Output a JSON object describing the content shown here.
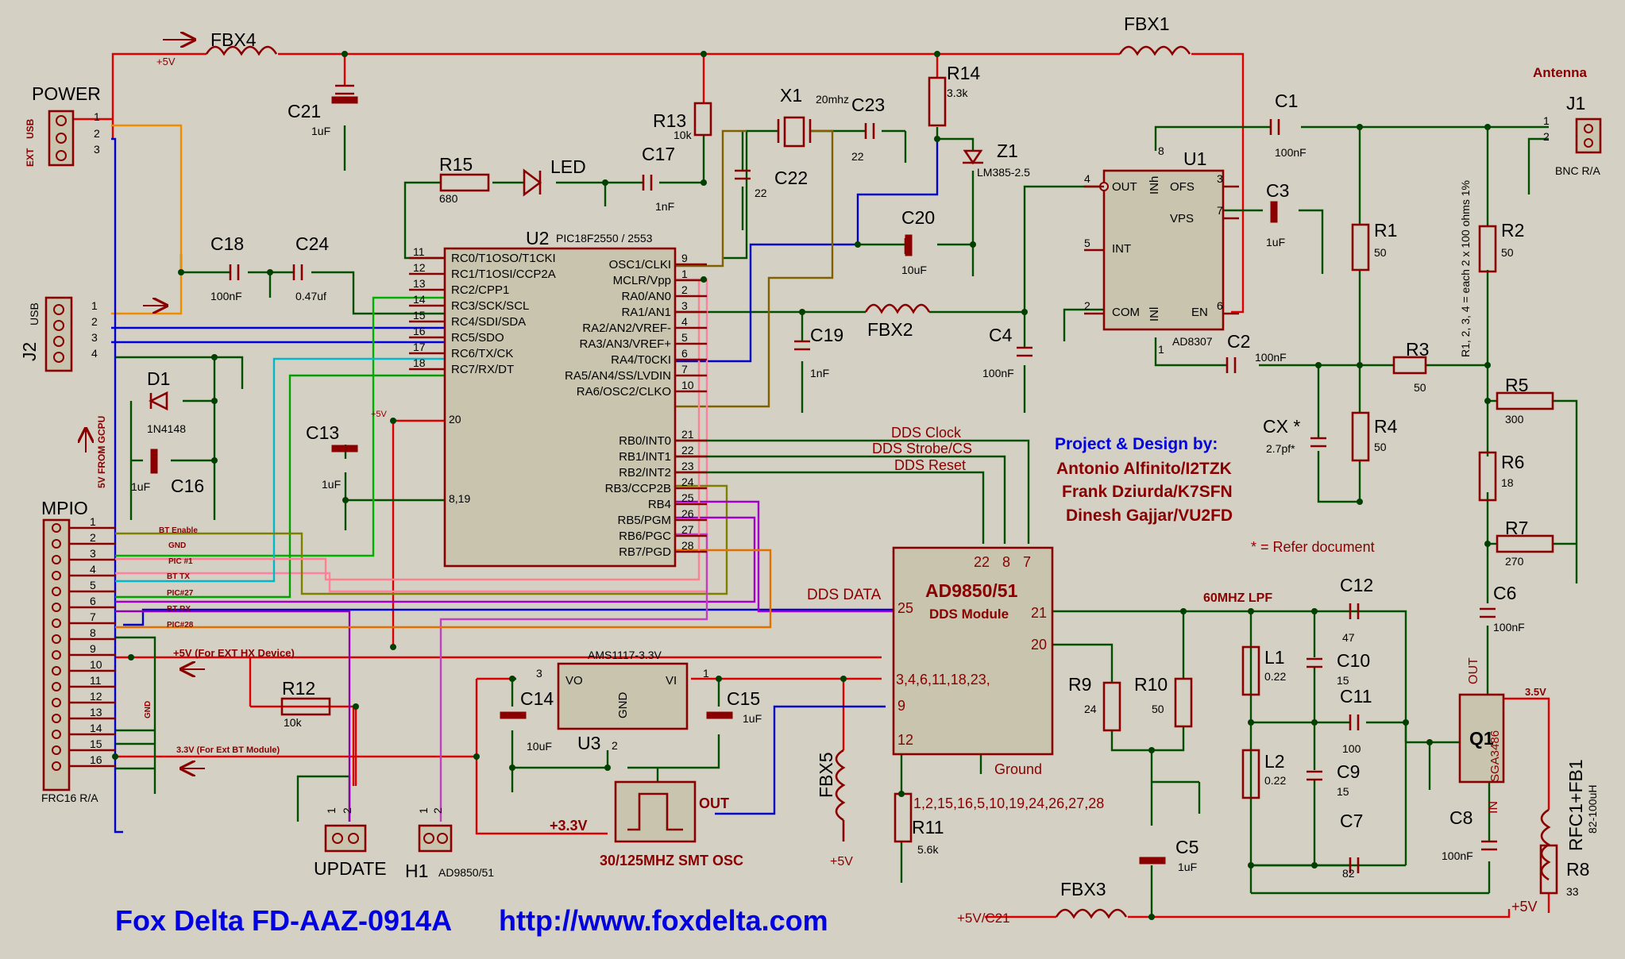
{
  "header": {
    "title": "Fox Delta FD-AAZ-0914A",
    "url": "http://www.foxdelta.com"
  },
  "credits": {
    "heading": "Project & Design by:",
    "authors": [
      "Antonio Alfinito/I2TZK",
      "Frank Dziurda/K7SFN",
      "Dinesh Gajjar/VU2FD"
    ],
    "note": "* = Refer document"
  },
  "colors": {
    "background": "#d4d0c4",
    "wire_power": "#dd0000",
    "wire_signal": "#005000",
    "component": "#8a0000",
    "credits_heading": "#0000e0"
  },
  "chips": {
    "u2": {
      "ref": "U2",
      "part": "PIC18F2550 / 2553",
      "left_pins": [
        {
          "num": "11",
          "name": "RC0/T1OSO/T1CKI"
        },
        {
          "num": "12",
          "name": "RC1/T1OSI/CCP2A"
        },
        {
          "num": "13",
          "name": "RC2/CPP1"
        },
        {
          "num": "14",
          "name": "RC3/SCK/SCL"
        },
        {
          "num": "15",
          "name": "RC4/SDI/SDA"
        },
        {
          "num": "16",
          "name": "RC5/SDO"
        },
        {
          "num": "17",
          "name": "RC6/TX/CK"
        },
        {
          "num": "18",
          "name": "RC7/RX/DT"
        }
      ],
      "right_pins": [
        {
          "num": "9",
          "name": "OSC1/CLKI"
        },
        {
          "num": "1",
          "name": "MCLR/Vpp"
        },
        {
          "num": "2",
          "name": "RA0/AN0"
        },
        {
          "num": "3",
          "name": "RA1/AN1"
        },
        {
          "num": "4",
          "name": "RA2/AN2/VREF-"
        },
        {
          "num": "5",
          "name": "RA3/AN3/VREF+"
        },
        {
          "num": "6",
          "name": "RA4/T0CKI"
        },
        {
          "num": "7",
          "name": "RA5/AN4/SS/LVDIN"
        },
        {
          "num": "10",
          "name": "RA6/OSC2/CLKO"
        },
        {
          "num": "21",
          "name": "RB0/INT0"
        },
        {
          "num": "22",
          "name": "RB1/INT1"
        },
        {
          "num": "23",
          "name": "RB2/INT2"
        },
        {
          "num": "24",
          "name": "RB3/CCP2B"
        },
        {
          "num": "25",
          "name": "RB4"
        },
        {
          "num": "26",
          "name": "RB5/PGM"
        },
        {
          "num": "27",
          "name": "RB6/PGC"
        },
        {
          "num": "28",
          "name": "RB7/PGD"
        }
      ],
      "pin20": "20",
      "pin8_19": "8,19",
      "vcc": "+5V"
    },
    "u1": {
      "ref": "U1",
      "part": "AD8307",
      "pins": {
        "out": "OUT",
        "inh": "INh",
        "ofs": "OFS",
        "vps": "VPS",
        "int": "INT",
        "com": "COM",
        "inl": "INl",
        "en": "EN"
      },
      "nums": [
        "4",
        "8",
        "3",
        "7",
        "5",
        "2",
        "1",
        "6"
      ]
    },
    "dds": {
      "name": "AD9850/51",
      "sub": "DDS Module",
      "top_pins": [
        "22",
        "8",
        "7"
      ],
      "pin25": "25",
      "pin21": "21",
      "pin20": "20",
      "pin3": "3,4,6,11,18,23,",
      "pin9": "9",
      "pin12": "12",
      "gnd_pins": "1,2,15,16,5,10,19,24,26,27,28",
      "ground": "Ground",
      "data": "DDS DATA",
      "clock": "DDS Clock",
      "strobe": "DDS Strobe/CS",
      "reset": "DDS Reset"
    },
    "u3": {
      "ref": "U3",
      "part": "AMS1117-3.3V",
      "vo": "VO",
      "vi": "VI",
      "gnd": "GND",
      "pin3": "3",
      "pin1": "1",
      "pin2": "2"
    },
    "osc": {
      "label": "30/125MHZ SMT OSC",
      "out": "OUT",
      "supply": "+3.3V"
    },
    "q1": {
      "ref": "Q1",
      "part": "SGA3486",
      "out": "OUT",
      "in": "IN",
      "supply": "3.5V"
    }
  },
  "connectors": {
    "power": {
      "label": "POWER",
      "pins": [
        "1",
        "2",
        "3"
      ],
      "usb": "USB",
      "ext": "EXT"
    },
    "j2": {
      "ref": "J2",
      "usb": "USB",
      "pins": [
        "1",
        "2",
        "3",
        "4"
      ]
    },
    "j1": {
      "ref": "J1",
      "title": "Antenna",
      "pins": [
        "1",
        "2"
      ],
      "part": "BNC R/A"
    },
    "mpio": {
      "label": "MPIO",
      "part": "FRC16 R/A",
      "pins": [
        "1",
        "2",
        "3",
        "4",
        "5",
        "6",
        "7",
        "8",
        "9",
        "10",
        "11",
        "12",
        "13",
        "14",
        "15",
        "16"
      ],
      "signals": [
        "BT Enable",
        "GND",
        "PIC #1",
        "BT TX",
        "PIC#27",
        "BT RX",
        "PIC#28"
      ],
      "gnd": "GND",
      "ext_5v": "+5V (For EXT HX Device)",
      "ext_33v": "3.3V (For Ext BT Module)"
    },
    "update": {
      "label": "UPDATE",
      "pins": [
        "1",
        "2"
      ]
    },
    "h1": {
      "ref": "H1",
      "part": "AD9850/51",
      "pins": [
        "1",
        "2"
      ]
    }
  },
  "components": {
    "fbx4": "FBX4",
    "fbx1": "FBX1",
    "fbx2": "FBX2",
    "fbx3": "FBX3",
    "fbx5": "FBX5",
    "c21": {
      "ref": "C21",
      "val": "1uF"
    },
    "r13": {
      "ref": "R13",
      "val": "10k"
    },
    "x1": {
      "ref": "X1",
      "val": "20mhz"
    },
    "c23": {
      "ref": "C23",
      "val": "22"
    },
    "c22": {
      "ref": "C22",
      "val": "22"
    },
    "r14": {
      "ref": "R14",
      "val": "3.3k"
    },
    "z1": {
      "ref": "Z1",
      "val": "LM385-2.5"
    },
    "r15": {
      "ref": "R15",
      "val": "680"
    },
    "led": "LED",
    "c17": {
      "ref": "C17",
      "val": "1nF"
    },
    "c18": {
      "ref": "C18",
      "val": "100nF"
    },
    "c24": {
      "ref": "C24",
      "val": "0.47uf"
    },
    "c20": {
      "ref": "C20",
      "val": "10uF"
    },
    "c19": {
      "ref": "C19",
      "val": "1nF"
    },
    "c4": {
      "ref": "C4",
      "val": "100nF"
    },
    "c1": {
      "ref": "C1",
      "val": "100nF"
    },
    "c3": {
      "ref": "C3",
      "val": "1uF"
    },
    "c2": {
      "ref": "C2",
      "val": "100nF"
    },
    "r1": {
      "ref": "R1",
      "val": "50"
    },
    "r2": {
      "ref": "R2",
      "val": "50"
    },
    "r3": {
      "ref": "R3",
      "val": "50"
    },
    "r4": {
      "ref": "R4",
      "val": "50"
    },
    "r5": {
      "ref": "R5",
      "val": "300"
    },
    "r6": {
      "ref": "R6",
      "val": "18"
    },
    "r7": {
      "ref": "R7",
      "val": "270"
    },
    "c6": {
      "ref": "C6",
      "val": "100nF"
    },
    "cx": {
      "ref": "CX *",
      "val": "2.7pf*"
    },
    "r_note": "R1, 2, 3, 4 = each 2 x 100 ohms 1%",
    "d1": {
      "ref": "D1",
      "val": "1N4148"
    },
    "c16": {
      "ref": "C16",
      "val": "1uF"
    },
    "c13": {
      "ref": "C13",
      "val": "1uF"
    },
    "gcpu": "5V FROM GCPU",
    "plus5": "+5V",
    "r12": {
      "ref": "R12",
      "val": "10k"
    },
    "c14": {
      "ref": "C14",
      "val": "10uF"
    },
    "c15": {
      "ref": "C15",
      "val": "1uF"
    },
    "r11": {
      "ref": "R11",
      "val": "5.6k"
    },
    "r9": {
      "ref": "R9",
      "val": "24"
    },
    "r10": {
      "ref": "R10",
      "val": "50"
    },
    "c5": {
      "ref": "C5",
      "val": "1uF"
    },
    "lpf": "60MHZ LPF",
    "c12": {
      "ref": "C12",
      "val": "47"
    },
    "c10": {
      "ref": "C10",
      "val": "15"
    },
    "c11": {
      "ref": "C11",
      "val": "100"
    },
    "c9": {
      "ref": "C9",
      "val": "15"
    },
    "c7": {
      "ref": "C7",
      "val": "82"
    },
    "l1": {
      "ref": "L1",
      "val": "0.22"
    },
    "l2": {
      "ref": "L2",
      "val": "0.22"
    },
    "c8": {
      "ref": "C8",
      "val": "100nF"
    },
    "rfc": {
      "ref": "RFC1+FB1",
      "val": "82-100uH"
    },
    "r8": {
      "ref": "R8",
      "val": "33"
    },
    "plus5_c21": "+5V/C21"
  }
}
